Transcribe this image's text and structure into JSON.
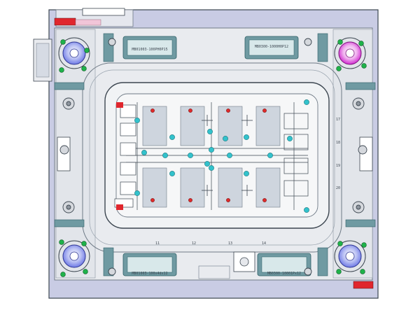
{
  "drawing": {
    "colors": {
      "plate": "#c9cce4",
      "plate_inner": "#e9ebef",
      "cavity_fill": "#f1f3f5",
      "rib": "#ced5de",
      "line": "#6f7a86",
      "dark": "#3c4650",
      "teal_pad": "#6f9aa2",
      "pin_cyan": "#33c2cc",
      "ejector_red": "#e02a2a",
      "boss_blue": "#6e79e6",
      "boss_magenta": "#d12bd0",
      "screw_green": "#1fb24a",
      "accent_red": "#e0262d",
      "accent_pink": "#f1c5d8"
    },
    "pad_labels": {
      "top_left": "MB01003-100PH0P15",
      "top_right": "MB0300-1000H0P12",
      "bottom_left": "MB01003-100x4dx12",
      "bottom_right": "MB0300-10001Px12"
    },
    "grid_numbers": {
      "bottom": [
        "11",
        "12",
        "13",
        "14"
      ],
      "right": [
        "17",
        "18",
        "19",
        "20"
      ]
    }
  }
}
